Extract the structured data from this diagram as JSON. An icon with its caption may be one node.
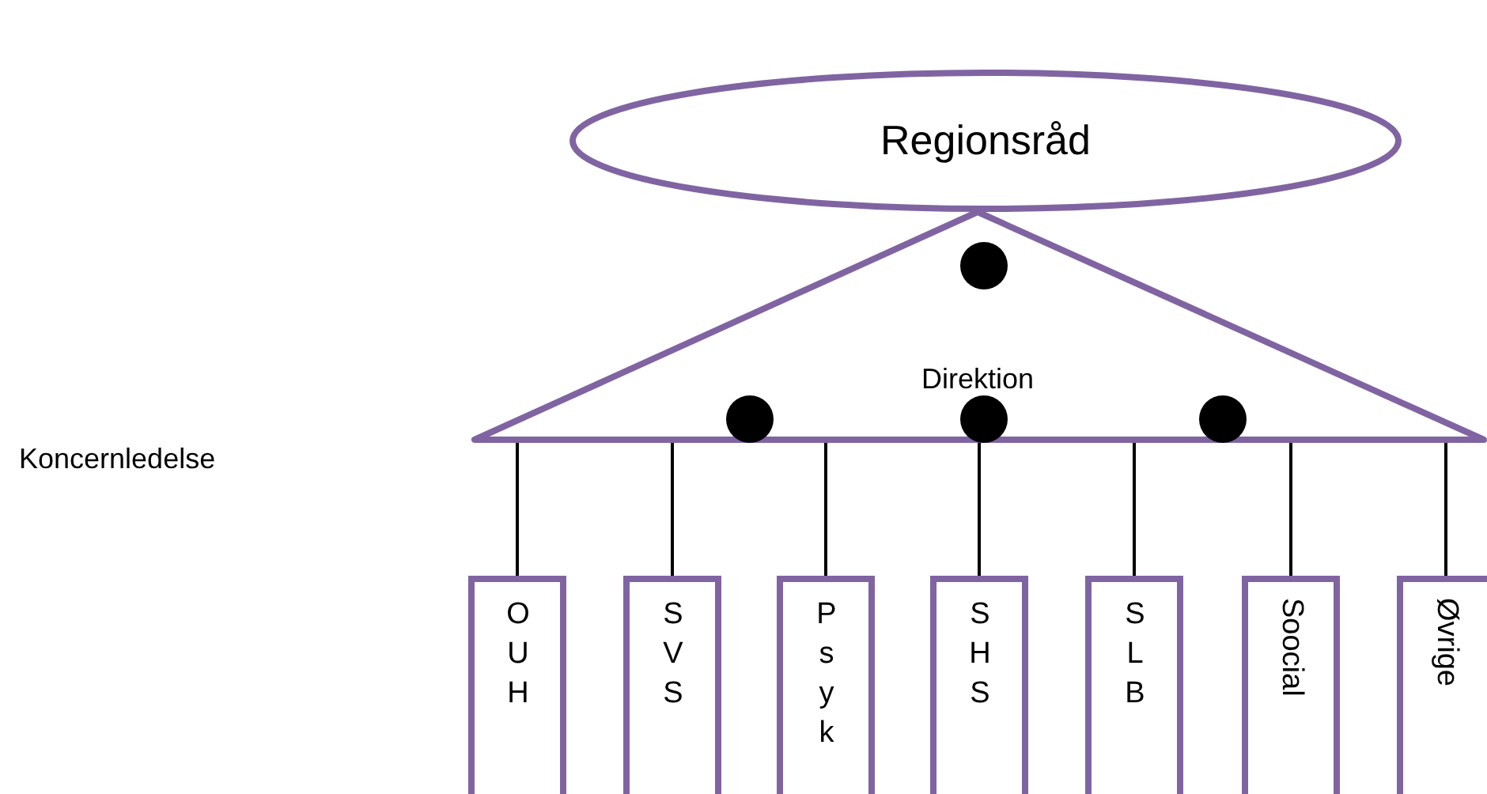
{
  "diagram": {
    "nodes": [
      {
        "text": [
          "Regionsråd"
        ]
      },
      {
        "text": [
          "Direktion"
        ]
      },
      {
        "text": [],
        "shape": "circle",
        "in": 1
      },
      {
        "text": [],
        "shape": "circle",
        "in": 1
      },
      {
        "text": [],
        "shape": "circle",
        "in": 1
      },
      {
        "text": [],
        "shape": "circle",
        "in": 1
      },
      {
        "text": [
          "OUH"
        ]
      },
      {
        "text": [
          "SVS"
        ]
      },
      {
        "text": [
          "Psyk"
        ]
      },
      {
        "text": [
          "SHS"
        ]
      },
      {
        "text": [
          "SLB"
        ]
      },
      {
        "text": [
          "Soocial"
        ]
      },
      {
        "text": [
          "Øvrige"
        ]
      }
    ],
    "edges": [
      {
        "from": 1,
        "to": 6,
        "arrow": "none"
      },
      {
        "from": 1,
        "to": 7,
        "arrow": "none"
      },
      {
        "from": 1,
        "to": 8,
        "arrow": "none"
      },
      {
        "from": 1,
        "to": 9,
        "arrow": "none"
      },
      {
        "from": 1,
        "to": 10,
        "arrow": "none"
      },
      {
        "from": 1,
        "to": 11,
        "arrow": "none"
      },
      {
        "from": 1,
        "to": 12,
        "arrow": "none"
      }
    ],
    "labels": [
      "Koncernledelse"
    ]
  }
}
